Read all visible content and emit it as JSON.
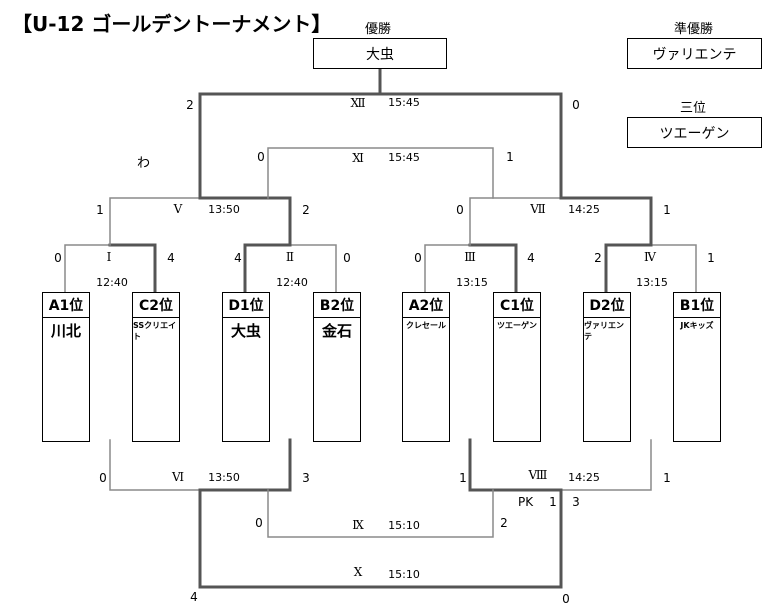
{
  "title": "【U-12 ゴールデントーナメント】",
  "results": {
    "winner_label": "優勝",
    "winner": "大虫",
    "runner_up_label": "準優勝",
    "runner_up": "ヴァリエンテ",
    "third_label": "三位",
    "third": "ツエーゲン"
  },
  "note": "わ",
  "teams": [
    {
      "seed": "A1位",
      "name": "川北"
    },
    {
      "seed": "C2位",
      "name": "SSクリエイト"
    },
    {
      "seed": "D1位",
      "name": "大虫"
    },
    {
      "seed": "B2位",
      "name": "金石"
    },
    {
      "seed": "A2位",
      "name": "クレセール"
    },
    {
      "seed": "C1位",
      "name": "ツエーゲン"
    },
    {
      "seed": "D2位",
      "name": "ヴァリエンテ"
    },
    {
      "seed": "B1位",
      "name": "JKキッズ"
    }
  ],
  "matches": {
    "m1": {
      "round": "Ⅰ",
      "time": "12:40",
      "left": "0",
      "right": "4"
    },
    "m2": {
      "round": "Ⅱ",
      "time": "12:40",
      "left": "4",
      "right": "0"
    },
    "m3": {
      "round": "Ⅲ",
      "time": "13:15",
      "left": "0",
      "right": "4"
    },
    "m4": {
      "round": "Ⅳ",
      "time": "13:15",
      "left": "2",
      "right": "1"
    },
    "m5": {
      "round": "Ⅴ",
      "time": "13:50",
      "left": "1",
      "right": "2"
    },
    "m7": {
      "round": "Ⅶ",
      "time": "14:25",
      "left": "0",
      "right": "1"
    },
    "m11": {
      "round": "Ⅺ",
      "time": "15:45",
      "left": "0",
      "right": "1"
    },
    "m12": {
      "round": "Ⅻ",
      "time": "15:45",
      "left": "2",
      "right": "0"
    },
    "m6": {
      "round": "Ⅵ",
      "time": "13:50",
      "left": "0",
      "right": "3"
    },
    "m8": {
      "round": "Ⅷ",
      "time": "14:25",
      "left": "1",
      "right": "1",
      "pk_label": "PK",
      "pk_left": "1",
      "pk_right": "3"
    },
    "m9": {
      "round": "Ⅸ",
      "time": "15:10",
      "left": "0",
      "right": "2"
    },
    "m10": {
      "round": "Ⅹ",
      "time": "15:10",
      "left": "4",
      "right": "0"
    }
  }
}
